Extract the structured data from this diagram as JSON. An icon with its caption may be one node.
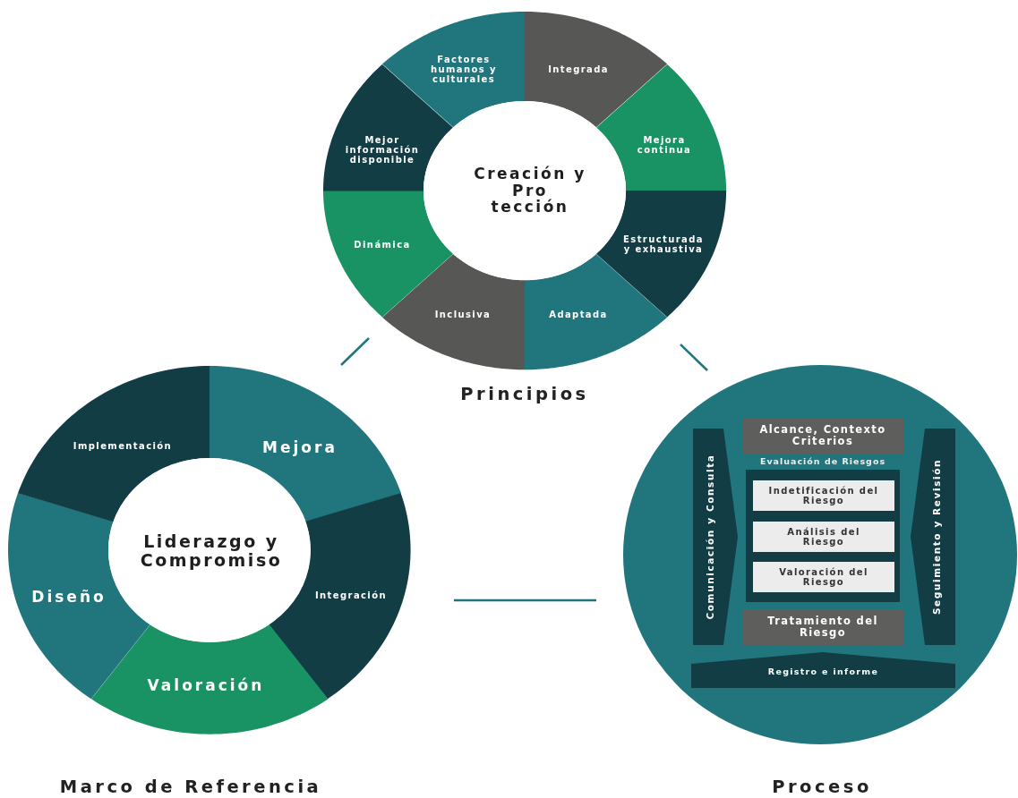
{
  "diagram": {
    "nodes": [
      {
        "text": [
          "Principios"
        ]
      },
      {
        "text": [
          "Factores humanos y culturales"
        ],
        "in": 0
      },
      {
        "text": [
          "Integrada"
        ],
        "in": 0
      },
      {
        "text": [
          "Mejora continua"
        ],
        "in": 0
      },
      {
        "text": [
          "Estructurada y exhaustiva"
        ],
        "in": 0
      },
      {
        "text": [
          "Adaptada"
        ],
        "in": 0
      },
      {
        "text": [
          "Inclusiva"
        ],
        "in": 0
      },
      {
        "text": [
          "Dinámica"
        ],
        "in": 0
      },
      {
        "text": [
          "Mejor información disponible"
        ],
        "in": 0
      },
      {
        "text": [
          "Creación y Pro tección"
        ],
        "in": 0
      },
      {
        "text": [
          "Marco de Referencia"
        ]
      },
      {
        "text": [
          "Mejora"
        ],
        "in": 10
      },
      {
        "text": [
          "Integración"
        ],
        "in": 10
      },
      {
        "text": [
          "Valoración"
        ],
        "in": 10
      },
      {
        "text": [
          "Diseño"
        ],
        "in": 10
      },
      {
        "text": [
          "Implementación"
        ],
        "in": 10
      },
      {
        "text": [
          "Liderazgo y Compromiso"
        ],
        "in": 10
      },
      {
        "text": [
          "Proceso"
        ]
      },
      {
        "text": [
          "Comunicación y Consulta"
        ],
        "in": 17
      },
      {
        "text": [
          "Alcance, Contexto Criterios"
        ],
        "in": 17
      },
      {
        "text": [
          "Evaluación de Riesgos"
        ],
        "in": 17
      },
      {
        "text": [
          "Indetificación del Riesgo"
        ],
        "in": 20
      },
      {
        "text": [
          "Análisis del Riesgo"
        ],
        "in": 20
      },
      {
        "text": [
          "Valoración del Riesgo"
        ],
        "in": 20
      },
      {
        "text": [
          "Tratamiento del Riesgo"
        ],
        "in": 17
      },
      {
        "text": [
          "Seguimiento y Revisión"
        ],
        "in": 17
      },
      {
        "text": [
          "Registro e informe"
        ],
        "in": 17
      }
    ]
  }
}
